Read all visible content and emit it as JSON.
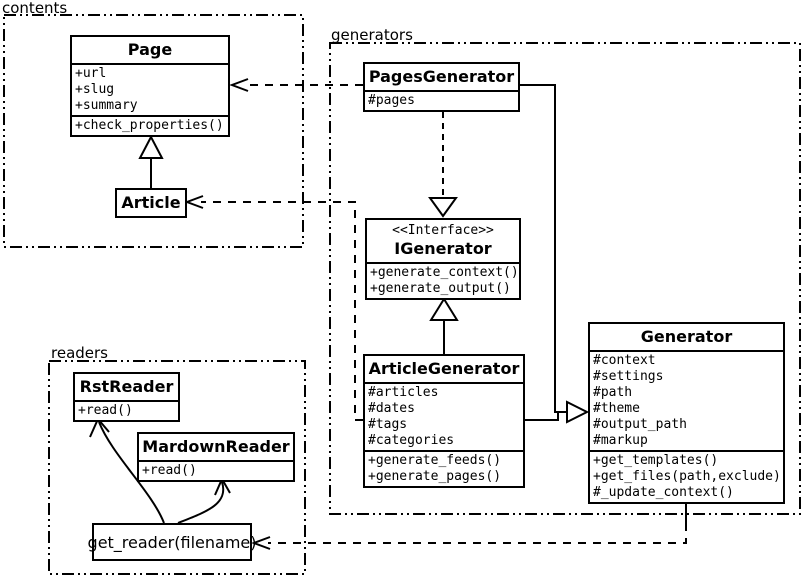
{
  "diagram": {
    "packages": {
      "contents": {
        "label": "contents"
      },
      "generators": {
        "label": "generators"
      },
      "readers": {
        "label": "readers"
      }
    },
    "classes": {
      "page": {
        "name": "Page",
        "attributes": [
          "+url",
          "+slug",
          "+summary"
        ],
        "methods": [
          "+check_properties()"
        ]
      },
      "article": {
        "name": "Article"
      },
      "pages_generator": {
        "name": "PagesGenerator",
        "attributes": [
          "#pages"
        ]
      },
      "igenerator": {
        "stereotype": "<<Interface>>",
        "name": "IGenerator",
        "methods": [
          "+generate_context()",
          "+generate_output()"
        ]
      },
      "article_generator": {
        "name": "ArticleGenerator",
        "attributes": [
          "#articles",
          "#dates",
          "#tags",
          "#categories"
        ],
        "methods": [
          "+generate_feeds()",
          "+generate_pages()"
        ]
      },
      "generator": {
        "name": "Generator",
        "attributes": [
          "#context",
          "#settings",
          "#path",
          "#theme",
          "#output_path",
          "#markup"
        ],
        "methods": [
          "+get_templates()",
          "+get_files(path,exclude)",
          "#_update_context()"
        ]
      },
      "rst_reader": {
        "name": "RstReader",
        "methods": [
          "+read()"
        ]
      },
      "mardown_reader": {
        "name": "MardownReader",
        "methods": [
          "+read()"
        ]
      },
      "get_reader": {
        "name": "get_reader(filename)"
      }
    },
    "relationships": [
      {
        "from": "Article",
        "to": "Page",
        "type": "generalization"
      },
      {
        "from": "PagesGenerator",
        "to": "IGenerator",
        "type": "realization-dashed"
      },
      {
        "from": "ArticleGenerator",
        "to": "IGenerator",
        "type": "realization"
      },
      {
        "from": "PagesGenerator",
        "to": "Generator",
        "type": "generalization"
      },
      {
        "from": "ArticleGenerator",
        "to": "Generator",
        "type": "generalization"
      },
      {
        "from": "PagesGenerator",
        "to": "Page",
        "type": "dependency"
      },
      {
        "from": "ArticleGenerator",
        "to": "Article",
        "type": "dependency"
      },
      {
        "from": "Generator",
        "to": "get_reader(filename)",
        "type": "dependency"
      },
      {
        "from": "get_reader(filename)",
        "to": "RstReader",
        "type": "arrow"
      },
      {
        "from": "get_reader(filename)",
        "to": "MardownReader",
        "type": "arrow"
      }
    ]
  },
  "colors": {
    "stroke": "#000000",
    "background": "#ffffff"
  }
}
